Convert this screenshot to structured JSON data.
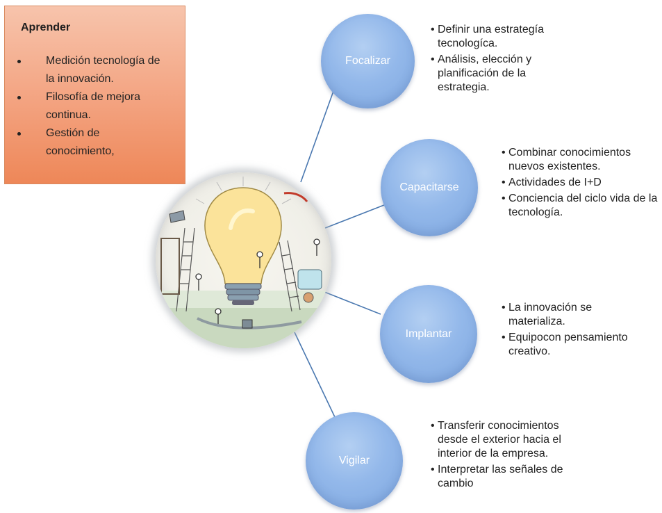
{
  "learn_box": {
    "title": "Aprender",
    "items": [
      "Medición tecnología de la innovación.",
      "Filosofía de mejora continua.",
      "Gestión de conocimiento,"
    ]
  },
  "nodes": [
    {
      "label": "Focalizar",
      "points": [
        "Definir una estrategía tecnologíca.",
        "Análisis, elección y planificación de la estrategia."
      ]
    },
    {
      "label": "Capacitarse",
      "points": [
        "Combinar conocimientos nuevos existentes.",
        "Actividades de I+D",
        "Conciencia del ciclo vida de la tecnología."
      ]
    },
    {
      "label": "Implantar",
      "points": [
        "La innovación se materializa.",
        "Equipocon pensamiento creativo."
      ]
    },
    {
      "label": "Vigilar",
      "points": [
        "Transferir conocimientos desde el exterior hacia el interior de la empresa.",
        "Interpretar las señales de cambio"
      ]
    }
  ],
  "colors": {
    "node": "#93b8ea",
    "connector": "#4a78b0",
    "learn_box": "#f3a27f"
  },
  "center_image": "lightbulb-illustration"
}
